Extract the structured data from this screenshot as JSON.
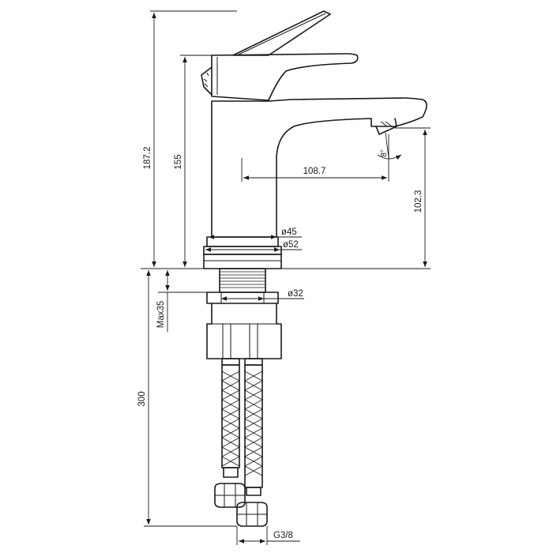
{
  "dimensions": {
    "overall_height": "187.2",
    "lever_height": "155",
    "spout_reach": "108.7",
    "spout_height": "102.3",
    "base_diameter_inner": "ø45",
    "base_diameter_outer": "ø52",
    "shank_diameter": "ø32",
    "max_deck_thickness": "Max35",
    "hose_length": "300",
    "hose_thread": "G3/8",
    "aerator_angle": "8°"
  }
}
